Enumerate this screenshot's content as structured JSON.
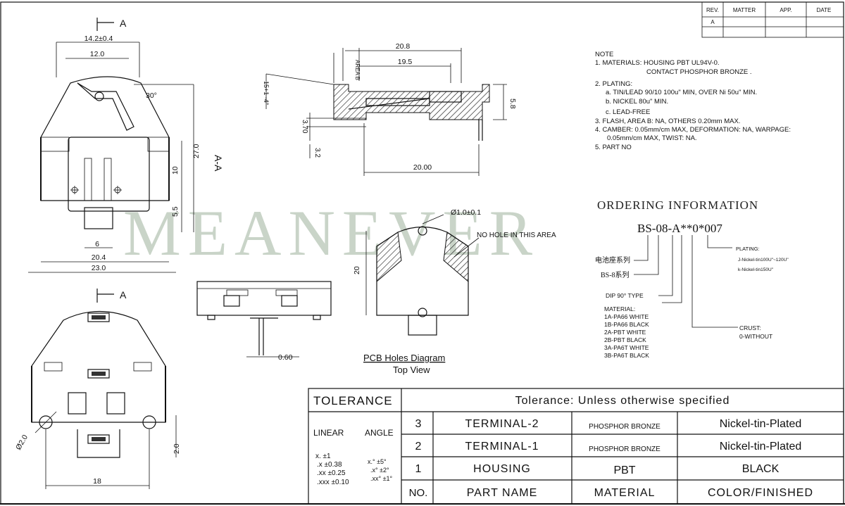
{
  "watermark": "MEANEVER",
  "revision_table": {
    "headers": [
      "REV.",
      "MATTER",
      "APP.",
      "DATE"
    ],
    "rows": [
      [
        "A",
        "",
        "",
        ""
      ]
    ]
  },
  "notes": {
    "heading": "NOTE",
    "lines": [
      "1. MATERIALS: HOUSING PBT UL94V-0.",
      "CONTACT PHOSPHOR BRONZE .",
      "2. PLATING:",
      "a. TIN/LEAD 90/10 100u\" MIN, OVER Ni 50u\" MIN.",
      "b. NICKEL 80u\" MIN.",
      "c. LEAD-FREE",
      "3. FLASH, AREA B: NA, OTHERS 0.20mm MAX.",
      "4. CAMBER: 0.05mm/cm MAX, DEFORMATION: NA, WARPAGE:",
      "0.05mm/cm MAX, TWIST: NA.",
      "5. PART NO"
    ]
  },
  "ordering": {
    "title": "ORDERING INFORMATION",
    "code": "BS-08-A**0*007",
    "plating_label": "PLATING:",
    "plating_j": "J-Nickel-tin100U\"~120U\"",
    "plating_k": "k-Nickel-tin150U\"",
    "series_cn": "电池座系列",
    "series_bs": "BS-8系列",
    "dip": "DIP 90° TYPE",
    "material_label": "MATERIAL:",
    "materials": [
      "1A-PA66 WHITE",
      "1B-PA66 BLACK",
      "2A-PBT WHITE",
      "2B-PBT BLACK",
      "3A-PA6T WHITE",
      "3B-PA6T BLACK"
    ],
    "crust_label": "CRUST:",
    "crust_value": "0-WITHOUT"
  },
  "dimensions": {
    "section_a": "A",
    "section_aa": "A-A",
    "d14": "14.2±0.4",
    "d12": "12.0",
    "d30": "30°",
    "d27": "27.0",
    "d10": "10",
    "d55": "5.5",
    "d6": "6",
    "d204": "20.4",
    "d23": "23.0",
    "d208": "20.8",
    "d195": "19.5",
    "d58": "5.8",
    "d370": "3.70",
    "d32": "3.2",
    "d2000": "20.00",
    "d15": "15+1 -4°",
    "area_b": "AREA B",
    "d060": "0.60",
    "dphi1": "Ø1.0±0.1",
    "no_hole": "NO HOLE IN THIS AREA",
    "d20": "20",
    "dphi2": "Ø2.0",
    "d20b": "2.0",
    "d18": "18"
  },
  "pcb": {
    "title": "PCB Holes Diagram",
    "subtitle": "Top View"
  },
  "title_block": {
    "tolerance_label": "TOLERANCE",
    "tolerance_text": "Tolerance: Unless otherwise specified",
    "linear": "LINEAR",
    "angle": "ANGLE",
    "linear_vals": [
      "x.    ±1",
      ".x    ±0.38",
      ".xx   ±0.25",
      ".xxx ±0.10"
    ],
    "angle_vals": [
      "x.°   ±5°",
      ".x°   ±2°",
      ".xx°  ±1°"
    ],
    "rows": [
      {
        "no": "3",
        "part": "TERMINAL-2",
        "material": "PHOSPHOR BRONZE",
        "finish": "Nickel-tin-Plated"
      },
      {
        "no": "2",
        "part": "TERMINAL-1",
        "material": "PHOSPHOR BRONZE",
        "finish": "Nickel-tin-Plated"
      },
      {
        "no": "1",
        "part": "HOUSING",
        "material": "PBT",
        "finish": "BLACK"
      }
    ],
    "header": {
      "no": "NO.",
      "part": "PART NAME",
      "material": "MATERIAL",
      "finish": "COLOR/FINISHED"
    }
  }
}
